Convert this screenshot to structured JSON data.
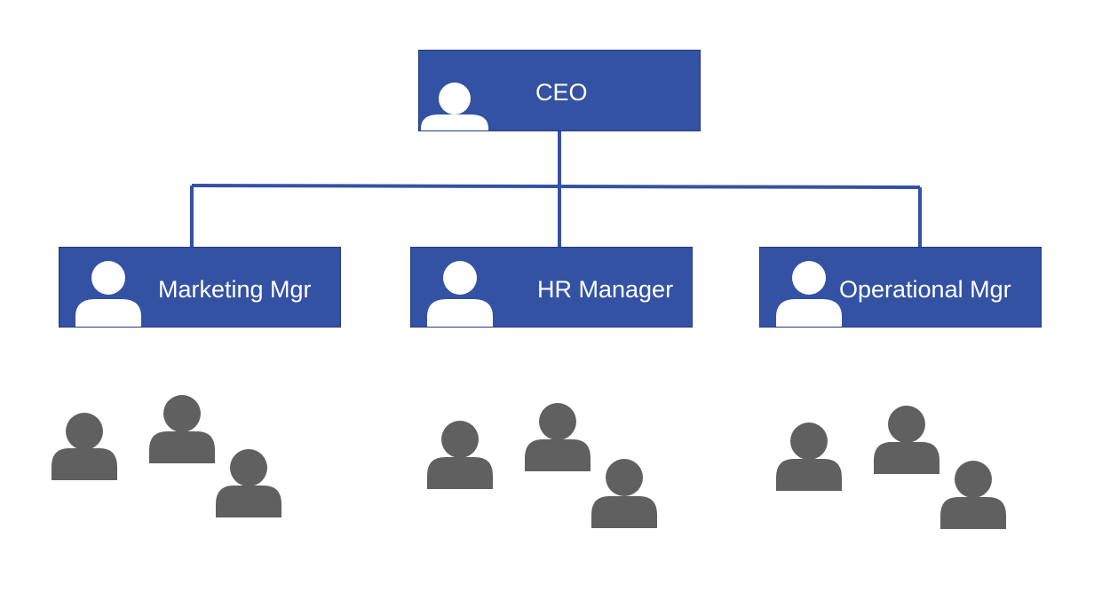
{
  "colors": {
    "box_fill": "#3452a4",
    "box_border": "#24397a",
    "connector": "#3452a4",
    "person_white": "#ffffff",
    "person_gray": "#606060"
  },
  "chart": {
    "top": {
      "label": "CEO",
      "icon": "person-icon"
    },
    "managers": [
      {
        "label": "Marketing Mgr",
        "icon": "person-icon"
      },
      {
        "label": "HR Manager",
        "icon": "person-icon"
      },
      {
        "label": "Operational Mgr",
        "icon": "person-icon"
      }
    ],
    "teams": [
      {
        "icon": "group-of-people-icon",
        "members": 3
      },
      {
        "icon": "group-of-people-icon",
        "members": 3
      },
      {
        "icon": "group-of-people-icon",
        "members": 3
      }
    ]
  }
}
